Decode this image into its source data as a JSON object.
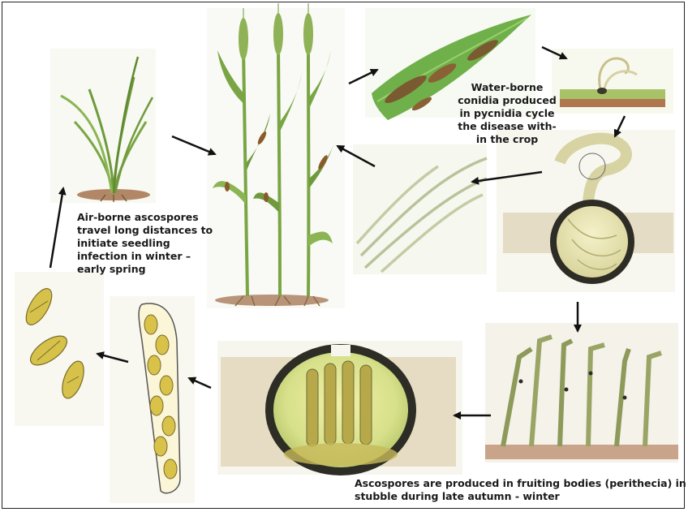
{
  "captions": {
    "water_borne": [
      "Water-borne",
      "conidia produced",
      "in pycnidia cycle",
      "the disease with-",
      "in the crop"
    ],
    "air_borne": [
      "Air-borne ascospores",
      "travel long distances to",
      "initiate seedling",
      "infection in winter –",
      "early spring"
    ],
    "ascospores_produced": [
      "Ascospores are produced in fruiting bodies (perithecia) in",
      "stubble during late autumn - winter"
    ]
  },
  "colors": {
    "leaf_green": "#6f9a3c",
    "leaf_light": "#a9c96a",
    "lesion_brown": "#8a5a2b",
    "soil": "#b07a55",
    "spore_yellow": "#d6c24a",
    "perithecium_dark": "#3a3a2a",
    "arrow": "#111111"
  },
  "illustrations": [
    "seedling-illustration",
    "mature-wheat-illustration",
    "infected-leaf-illustration",
    "pycnidium-surface-illustration",
    "pycnidium-section-illustration",
    "conidia-illustration",
    "stubble-illustration",
    "perithecium-illustration",
    "ascus-illustration",
    "ascospores-illustration"
  ]
}
